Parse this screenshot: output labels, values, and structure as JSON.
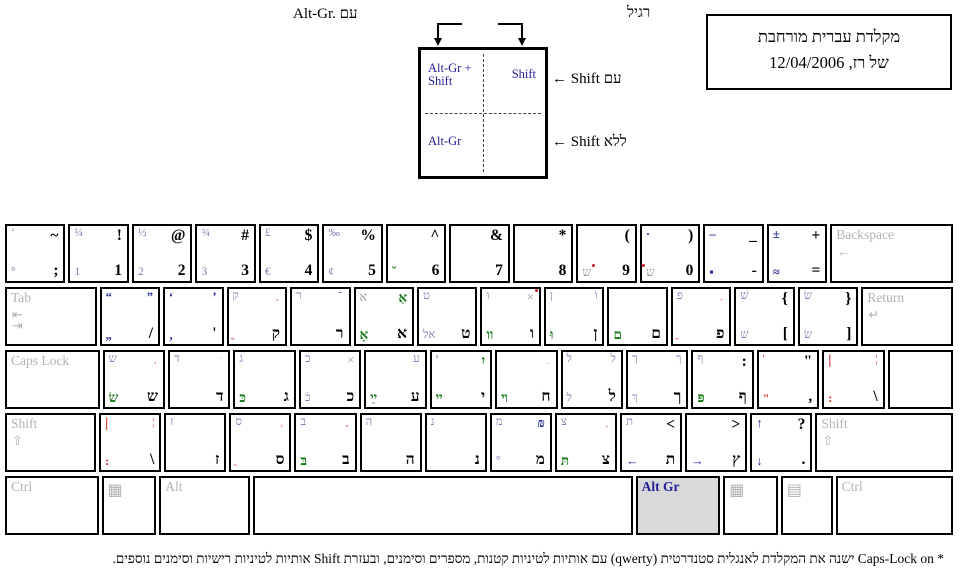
{
  "header": {
    "altgr_label": "Alt-Gr. עם",
    "regular_label": "רגיל",
    "with_shift_label": "← Shift עם",
    "without_shift_label": "← Shift ללא",
    "quad": {
      "altgr_shift": "Alt-Gr + Shift",
      "shift": "Shift",
      "altgr": "Alt-Gr"
    },
    "title_box": {
      "line1": "מקלדת עברית מורחבת",
      "line2": "של רז,  12/04/2006"
    }
  },
  "colors": {
    "accent_blue": "#8080b3",
    "navy": "#2a2a99",
    "red": "#cc2222",
    "green": "#157815",
    "gray_label": "#b3b3b3",
    "altgr_key_bg": "#d9d9d9"
  },
  "keyboard": {
    "rows": [
      [
        {
          "n": "backquote",
          "tl": [
            "‘",
            "blue"
          ],
          "tr": [
            "~",
            "b"
          ],
          "bl": [
            "°",
            "blue"
          ],
          "br": [
            ";",
            "b"
          ]
        },
        {
          "n": "1",
          "tl": [
            "¼",
            "blue"
          ],
          "tr": [
            "!",
            "b"
          ],
          "bl": [
            "1",
            "blue"
          ],
          "br": [
            "1",
            "b"
          ]
        },
        {
          "n": "2",
          "tl": [
            "½",
            "blue"
          ],
          "tr": [
            "@",
            "b"
          ],
          "bl": [
            "2",
            "blue"
          ],
          "br": [
            "2",
            "b"
          ]
        },
        {
          "n": "3",
          "tl": [
            "¾",
            "blue"
          ],
          "tr": [
            "#",
            "b"
          ],
          "bl": [
            "3",
            "blue"
          ],
          "br": [
            "3",
            "b"
          ]
        },
        {
          "n": "4",
          "tl": [
            "£",
            "blue"
          ],
          "tr": [
            "$",
            "b"
          ],
          "bl": [
            "€",
            "blue"
          ],
          "br": [
            "4",
            "b"
          ]
        },
        {
          "n": "5",
          "tl": [
            "‰",
            "blue"
          ],
          "tr": [
            "%",
            "b"
          ],
          "bl": [
            "¢",
            "blue"
          ],
          "br": [
            "5",
            "b"
          ]
        },
        {
          "n": "6",
          "tr": [
            "^",
            "b"
          ],
          "bl": [
            "˘",
            "green"
          ],
          "br": [
            "6",
            "b"
          ]
        },
        {
          "n": "7",
          "tr": [
            "&",
            "b"
          ],
          "br": [
            "7",
            "b"
          ]
        },
        {
          "n": "8",
          "tr": [
            "*",
            "b"
          ],
          "br": [
            "8",
            "b"
          ]
        },
        {
          "n": "9",
          "tr": [
            "(",
            "b"
          ],
          "bl": [
            "ש",
            "gray",
            "dot-tr"
          ],
          "br": [
            "9",
            "b"
          ]
        },
        {
          "n": "0",
          "tl": [
            "·",
            "navy"
          ],
          "tr": [
            ")",
            "b"
          ],
          "bl": [
            "ש",
            "gray",
            "dot-tl"
          ],
          "br": [
            "0",
            "b"
          ]
        },
        {
          "n": "minus",
          "tl": [
            "–",
            "navy"
          ],
          "tr": [
            "_",
            "b"
          ],
          "bl": [
            "▪",
            "navy"
          ],
          "br": [
            "-",
            "b"
          ]
        },
        {
          "n": "equals",
          "tl": [
            "±",
            "navy"
          ],
          "tr": [
            "+",
            "b"
          ],
          "bl": [
            "≈",
            "navy"
          ],
          "br": [
            "=",
            "b"
          ]
        },
        {
          "n": "backspace",
          "w": 2.1,
          "label": "Backspace",
          "sub": "←"
        }
      ],
      [
        {
          "n": "tab",
          "w": 1.55,
          "label": "Tab",
          "sub": "⇤\n⇥"
        },
        {
          "n": "q",
          "tl": [
            "“",
            "navy"
          ],
          "tr": [
            "”",
            "navy"
          ],
          "bl": [
            "„",
            "navy"
          ],
          "br": [
            "/",
            "b"
          ]
        },
        {
          "n": "w",
          "tl": [
            "‘",
            "navy"
          ],
          "tr": [
            "’",
            "navy"
          ],
          "bl": [
            "‚",
            "navy"
          ],
          "br": [
            "'",
            "b"
          ]
        },
        {
          "n": "e",
          "tl": [
            "ק",
            "blue"
          ],
          "tr": [
            " ָ",
            "red"
          ],
          "bl": [
            " ֳ",
            "red"
          ],
          "br": [
            "ק",
            "b"
          ]
        },
        {
          "n": "r",
          "tl": [
            "ר",
            "blue"
          ],
          "tr": [
            " ֿ",
            "navy"
          ],
          "br": [
            "ר",
            "b"
          ]
        },
        {
          "n": "t",
          "tl": [
            "א",
            "gray"
          ],
          "tr": [
            "אַ",
            "green"
          ],
          "bl": [
            "אָ",
            "green"
          ],
          "br": [
            "א",
            "b"
          ]
        },
        {
          "n": "y",
          "tl": [
            "ט",
            "blue"
          ],
          "bl": [
            "אל",
            "blue"
          ],
          "br": [
            "ט",
            "b"
          ]
        },
        {
          "n": "u",
          "tl": [
            "וּ",
            "blue"
          ],
          "tr": [
            "×",
            "gray",
            "dot-tr"
          ],
          "bl": [
            "וו",
            "green"
          ],
          "br": [
            "ו",
            "b"
          ]
        },
        {
          "n": "i",
          "tl": [
            "ן",
            "blue"
          ],
          "tr": [
            "וֹ",
            "blue"
          ],
          "bl": [
            "וּ",
            "green"
          ],
          "br": [
            "ן",
            "b"
          ]
        },
        {
          "n": "o",
          "bl": [
            "ם",
            "green"
          ],
          "br": [
            "ם",
            "b"
          ]
        },
        {
          "n": "p",
          "tl": [
            "פ",
            "blue"
          ],
          "tr": [
            " ַ",
            "red"
          ],
          "bl": [
            " ֲ",
            "red"
          ],
          "br": [
            "פ",
            "b"
          ]
        },
        {
          "n": "lbracket",
          "tl": [
            "שׁ",
            "blue"
          ],
          "tr": [
            "{",
            "b"
          ],
          "bl": [
            "שׁ",
            "blue"
          ],
          "br": [
            "[",
            "b"
          ]
        },
        {
          "n": "rbracket",
          "tl": [
            "שׂ",
            "blue"
          ],
          "tr": [
            "}",
            "b"
          ],
          "bl": [
            "שׂ",
            "blue"
          ],
          "br": [
            "]",
            "b"
          ]
        },
        {
          "n": "return",
          "w": 1.55,
          "label": "Return",
          "sub": "↵"
        }
      ],
      [
        {
          "n": "capslock",
          "w": 1.55,
          "label": "Caps Lock"
        },
        {
          "n": "a",
          "tl": [
            "ש",
            "blue"
          ],
          "tr": [
            " ְ",
            "red"
          ],
          "bl": [
            "שׂ",
            "green"
          ],
          "br": [
            "ש",
            "b"
          ]
        },
        {
          "n": "s",
          "tl": [
            "ד",
            "blue"
          ],
          "tr": [
            " ּ",
            "red"
          ],
          "br": [
            "ד",
            "b"
          ]
        },
        {
          "n": "d",
          "tl": [
            "ג",
            "blue"
          ],
          "bl": [
            "כּ",
            "green"
          ],
          "br": [
            "ג",
            "b"
          ]
        },
        {
          "n": "f",
          "tl": [
            "כ",
            "blue"
          ],
          "tr": [
            "×",
            "gray"
          ],
          "bl": [
            "כֿ",
            "blue"
          ],
          "br": [
            "כ",
            "b"
          ]
        },
        {
          "n": "g",
          "tr": [
            "ע",
            "blue"
          ],
          "bl": [
            "ײַ",
            "green"
          ],
          "br": [
            "ע",
            "b"
          ]
        },
        {
          "n": "h",
          "tl": [
            "י",
            "blue"
          ],
          "tr": [
            "יִ",
            "green"
          ],
          "bl": [
            "ײ",
            "green"
          ],
          "br": [
            "י",
            "b"
          ]
        },
        {
          "n": "j",
          "tr": [
            " ִ",
            "red"
          ],
          "bl": [
            "ױ",
            "green"
          ],
          "br": [
            "ח",
            "b"
          ]
        },
        {
          "n": "k",
          "tl": [
            "ל",
            "blue"
          ],
          "tr": [
            "ל",
            "blue"
          ],
          "bl": [
            "ל",
            "blue"
          ],
          "br": [
            "ל",
            "b"
          ]
        },
        {
          "n": "l",
          "tl": [
            "ך",
            "blue"
          ],
          "tr": [
            "ךּ",
            "blue"
          ],
          "bl": [
            "ךְ",
            "blue"
          ],
          "br": [
            "ך",
            "b"
          ]
        },
        {
          "n": "semicolon",
          "tl": [
            "ף",
            "blue"
          ],
          "tr": [
            ":",
            "b"
          ],
          "bl": [
            "פּ",
            "green"
          ],
          "br": [
            "ף",
            "b"
          ]
        },
        {
          "n": "quote",
          "tl": [
            "'",
            "red"
          ],
          "tr": [
            "\"",
            "b"
          ],
          "bl": [
            "\"",
            "redb"
          ],
          "br": [
            ",",
            "b"
          ]
        },
        {
          "n": "pipe-top",
          "tl": [
            "|",
            "redbar"
          ],
          "tr": [
            "¦",
            "red"
          ],
          "bl": [
            ":",
            "redb"
          ],
          "br": [
            "\\",
            "b"
          ]
        },
        {
          "n": "blank",
          "w": 1.05,
          "blank": true
        }
      ],
      [
        {
          "n": "shift-left",
          "w": 1.5,
          "label": "Shift",
          "sub": "⇧"
        },
        {
          "n": "pipe",
          "tl": [
            "|",
            "redbar"
          ],
          "tr": [
            "¦",
            "red"
          ],
          "bl": [
            ":",
            "redb"
          ],
          "br": [
            "\\",
            "b"
          ]
        },
        {
          "n": "z",
          "tl": [
            "ז",
            "blue"
          ],
          "br": [
            "ז",
            "b"
          ]
        },
        {
          "n": "x",
          "tl": [
            "ס",
            "blue"
          ],
          "tr": [
            " ְ",
            "red"
          ],
          "bl": [
            " ֻ",
            "red"
          ],
          "br": [
            "ס",
            "b"
          ]
        },
        {
          "n": "c",
          "tl": [
            "ב",
            "blue"
          ],
          "tr": [
            " ֶ",
            "red"
          ],
          "bl": [
            "בּ",
            "green"
          ],
          "br": [
            "ב",
            "b"
          ]
        },
        {
          "n": "v",
          "tl": [
            "ה",
            "blue"
          ],
          "br": [
            "ה",
            "b"
          ]
        },
        {
          "n": "b",
          "tl": [
            "נ",
            "blue"
          ],
          "br": [
            "נ",
            "b"
          ]
        },
        {
          "n": "n",
          "tl": [
            "מ",
            "blue"
          ],
          "tr": [
            "₪",
            "navy"
          ],
          "bl": [
            "°",
            "blue"
          ],
          "br": [
            "מ",
            "b"
          ]
        },
        {
          "n": "m",
          "tl": [
            "צ",
            "blue"
          ],
          "tr": [
            " ֵ",
            "red"
          ],
          "bl": [
            "תּ",
            "green"
          ],
          "br": [
            "צ",
            "b"
          ]
        },
        {
          "n": "comma",
          "tl": [
            "ת",
            "blue"
          ],
          "tr": [
            "<",
            "b"
          ],
          "bl": [
            "←",
            "navy"
          ],
          "br": [
            "ת",
            "b"
          ]
        },
        {
          "n": "period",
          "tr": [
            ">",
            "b"
          ],
          "bl": [
            "→",
            "navy"
          ],
          "br": [
            "ץ",
            "b"
          ]
        },
        {
          "n": "slash",
          "tl": [
            "↑",
            "navy"
          ],
          "tr": [
            "?",
            "b"
          ],
          "bl": [
            "↓",
            "navy"
          ],
          "br": [
            ".",
            "b"
          ]
        },
        {
          "n": "shift-right",
          "w": 2.3,
          "label": "Shift",
          "sub": "⇧"
        }
      ],
      [
        {
          "n": "ctrl-left",
          "w": 1.5,
          "label": "Ctrl"
        },
        {
          "n": "win-left",
          "w": 0.85,
          "icon": "▦"
        },
        {
          "n": "alt",
          "w": 1.45,
          "label": "Alt"
        },
        {
          "n": "space",
          "w": 6.3,
          "blank": true
        },
        {
          "n": "altgr",
          "w": 1.35,
          "label": "Alt Gr",
          "cls": "altgr"
        },
        {
          "n": "win-right",
          "w": 0.85,
          "icon": "▦"
        },
        {
          "n": "menu",
          "w": 0.8,
          "icon": "▤"
        },
        {
          "n": "ctrl-right",
          "w": 1.9,
          "label": "Ctrl"
        }
      ]
    ]
  },
  "footnote": "* Caps-Lock on ישנה את המקלדת לאנגלית סטנדרטית (qwerty) עם אותיות לטיניות קטנות, מספרים וסימנים, ובעזרת Shift אותיות לטיניות רישיות וסימנים נוספים."
}
